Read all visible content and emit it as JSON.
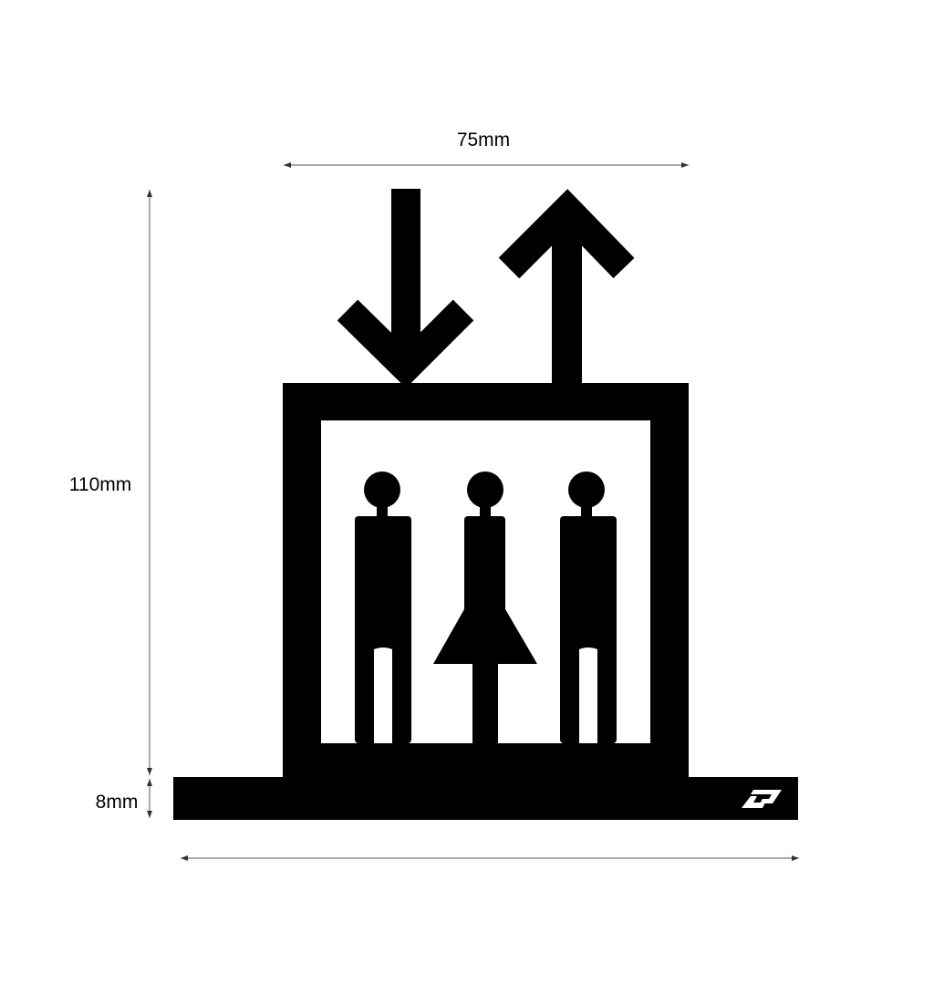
{
  "dimensions": {
    "width_label": "75mm",
    "height_label": "110mm",
    "base_label": "8mm"
  },
  "colors": {
    "ink": "#000000",
    "background": "#ffffff",
    "dimension_line": "#555555"
  },
  "icons": [
    "arrow-down-icon",
    "arrow-up-icon",
    "elevator-car-icon",
    "man-figure-icon",
    "woman-figure-icon",
    "brand-logo-icon"
  ]
}
